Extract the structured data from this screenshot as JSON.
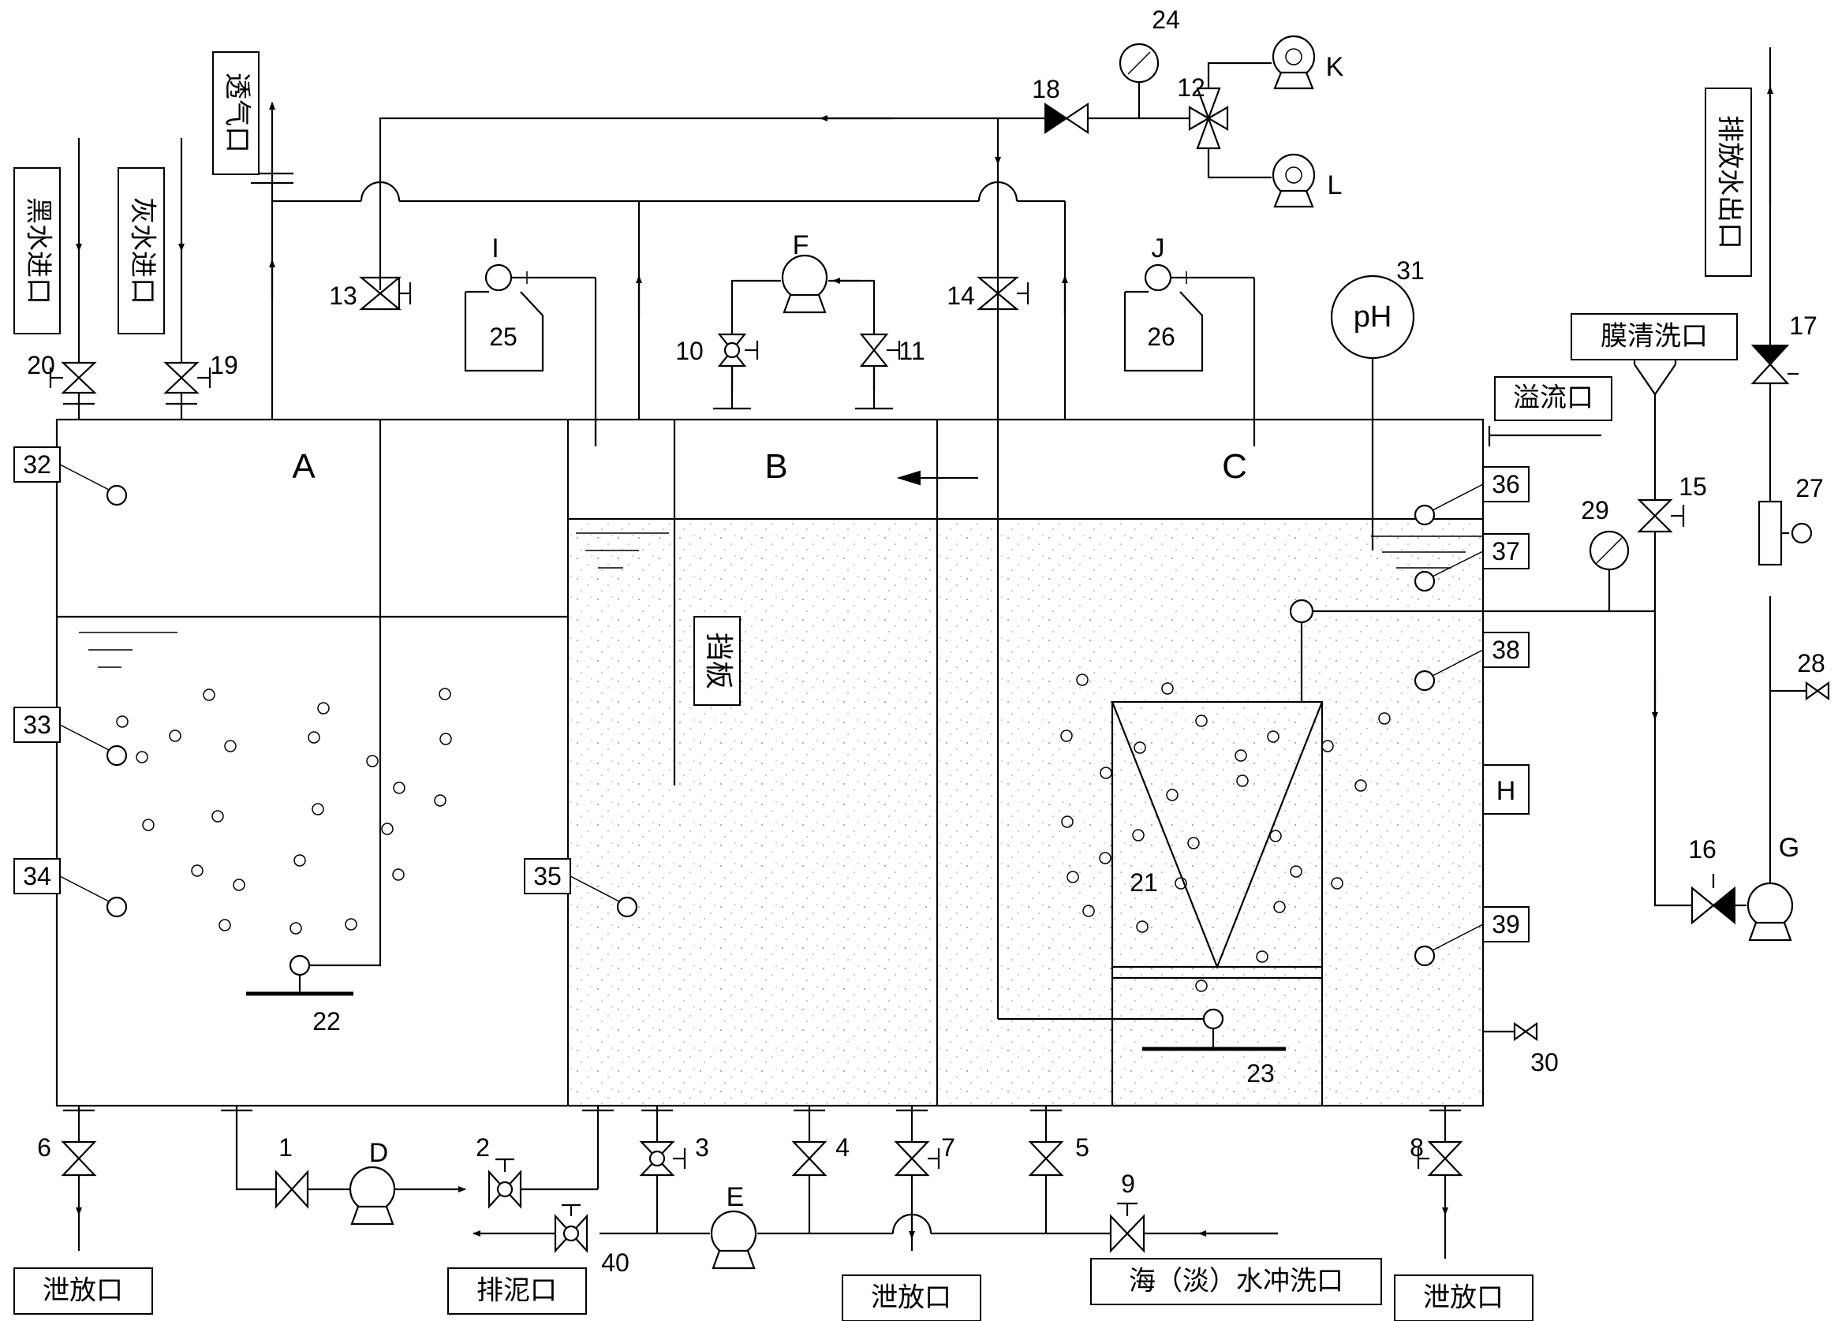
{
  "zones": {
    "a": "A",
    "b": "B",
    "c": "C"
  },
  "baffle": "挡板",
  "ports": {
    "vent": "透气口",
    "blackwater_inlet": "黑水进口",
    "graywater_inlet": "灰水进口",
    "discharge_outlet": "排放水出口",
    "membrane_clean": "膜清洗口",
    "overflow": "溢流口",
    "drain_left": "泄放口",
    "sludge": "排泥口",
    "drain_mid": "泄放口",
    "seawater_flush": "海（淡）水冲洗口",
    "drain_right": "泄放口"
  },
  "equipment": {
    "ph_meter": "pH",
    "pump_d": "D",
    "pump_e": "E",
    "pump_f": "F",
    "pump_g": "G",
    "instrument_h": "H",
    "dosing_i": "I",
    "dosing_j": "J",
    "blower_k": "K",
    "blower_l": "L"
  },
  "numbers": {
    "n1": "1",
    "n2": "2",
    "n3": "3",
    "n4": "4",
    "n5": "5",
    "n6": "6",
    "n7": "7",
    "n8": "8",
    "n9": "9",
    "n10": "10",
    "n11": "11",
    "n12": "12",
    "n13": "13",
    "n14": "14",
    "n15": "15",
    "n16": "16",
    "n17": "17",
    "n18": "18",
    "n19": "19",
    "n20": "20",
    "n21": "21",
    "n22": "22",
    "n23": "23",
    "n24": "24",
    "n25": "25",
    "n26": "26",
    "n27": "27",
    "n28": "28",
    "n29": "29",
    "n30": "30",
    "n31": "31",
    "n32": "32",
    "n33": "33",
    "n34": "34",
    "n35": "35",
    "n36": "36",
    "n37": "37",
    "n38": "38",
    "n39": "39",
    "n40": "40"
  }
}
